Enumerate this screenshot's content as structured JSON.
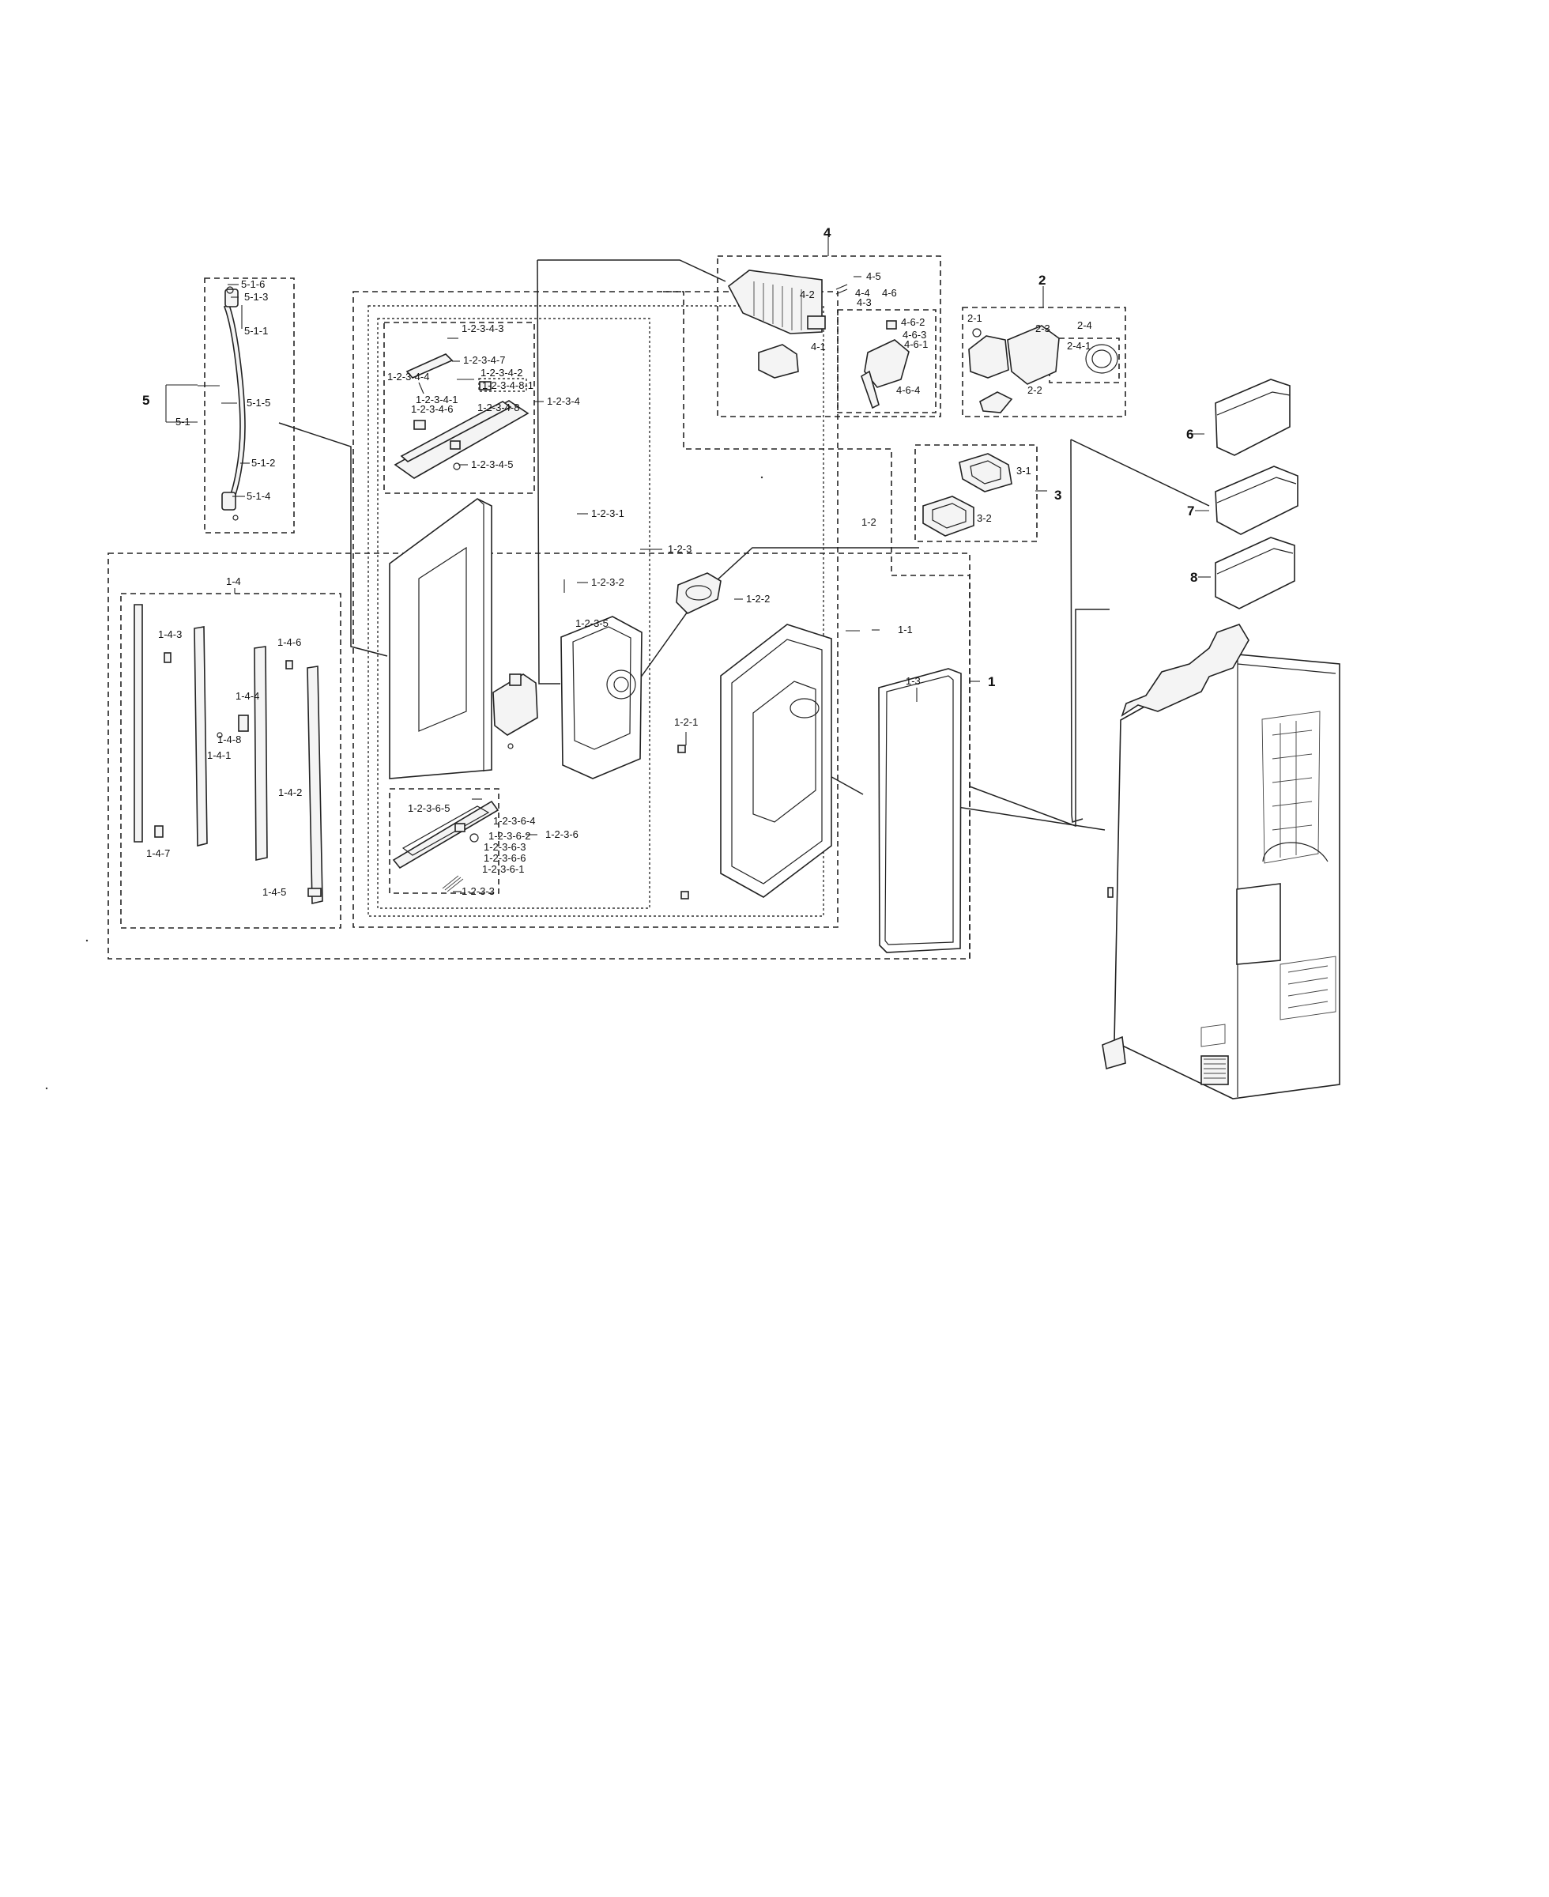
{
  "diagram": {
    "labels": {
      "l_1": "1",
      "l_1_1": "1-1",
      "l_1_2": "1-2",
      "l_1_2_1": "1-2-1",
      "l_1_2_2": "1-2-2",
      "l_1_2_3": "1-2-3",
      "l_1_2_3_1": "1-2-3-1",
      "l_1_2_3_2": "1-2-3-2",
      "l_1_2_3_3": "1-2-3-3",
      "l_1_2_3_4": "1-2-3-4",
      "l_1_2_3_4_1": "1-2-3-4-1",
      "l_1_2_3_4_2": "1-2-3-4-2",
      "l_1_2_3_4_3": "1-2-3-4-3",
      "l_1_2_3_4_4": "1-2-3-4-4",
      "l_1_2_3_4_5": "1-2-3-4-5",
      "l_1_2_3_4_6": "1-2-3-4-6",
      "l_1_2_3_4_7": "1-2-3-4-7",
      "l_1_2_3_4_8": "1-2-3-4-8",
      "l_1_2_3_4_8_1": "1-2-3-4-8-1",
      "l_1_2_3_5": "1-2-3-5",
      "l_1_2_3_6": "1-2-3-6",
      "l_1_2_3_6_1": "1-2-3-6-1",
      "l_1_2_3_6_2": "1-2-3-6-2",
      "l_1_2_3_6_3": "1-2-3-6-3",
      "l_1_2_3_6_4": "1-2-3-6-4",
      "l_1_2_3_6_5": "1-2-3-6-5",
      "l_1_2_3_6_6": "1-2-3-6-6",
      "l_1_3": "1-3",
      "l_1_4": "1-4",
      "l_1_4_1": "1-4-1",
      "l_1_4_2": "1-4-2",
      "l_1_4_3": "1-4-3",
      "l_1_4_4": "1-4-4",
      "l_1_4_5": "1-4-5",
      "l_1_4_6": "1-4-6",
      "l_1_4_7": "1-4-7",
      "l_1_4_8": "1-4-8",
      "l_2": "2",
      "l_2_1": "2-1",
      "l_2_2": "2-2",
      "l_2_3": "2-3",
      "l_2_4": "2-4",
      "l_2_4_1": "2-4-1",
      "l_3": "3",
      "l_3_1": "3-1",
      "l_3_2": "3-2",
      "l_4": "4",
      "l_4_1": "4-1",
      "l_4_2": "4-2",
      "l_4_3": "4-3",
      "l_4_4": "4-4",
      "l_4_5": "4-5",
      "l_4_6": "4-6",
      "l_4_6_1": "4-6-1",
      "l_4_6_2": "4-6-2",
      "l_4_6_3": "4-6-3",
      "l_4_6_4": "4-6-4",
      "l_5": "5",
      "l_5_1": "5-1",
      "l_5_1_1": "5-1-1",
      "l_5_1_2": "5-1-2",
      "l_5_1_3": "5-1-3",
      "l_5_1_4": "5-1-4",
      "l_5_1_5": "5-1-5",
      "l_5_1_6": "5-1-6",
      "l_6": "6",
      "l_7": "7",
      "l_8": "8"
    }
  }
}
